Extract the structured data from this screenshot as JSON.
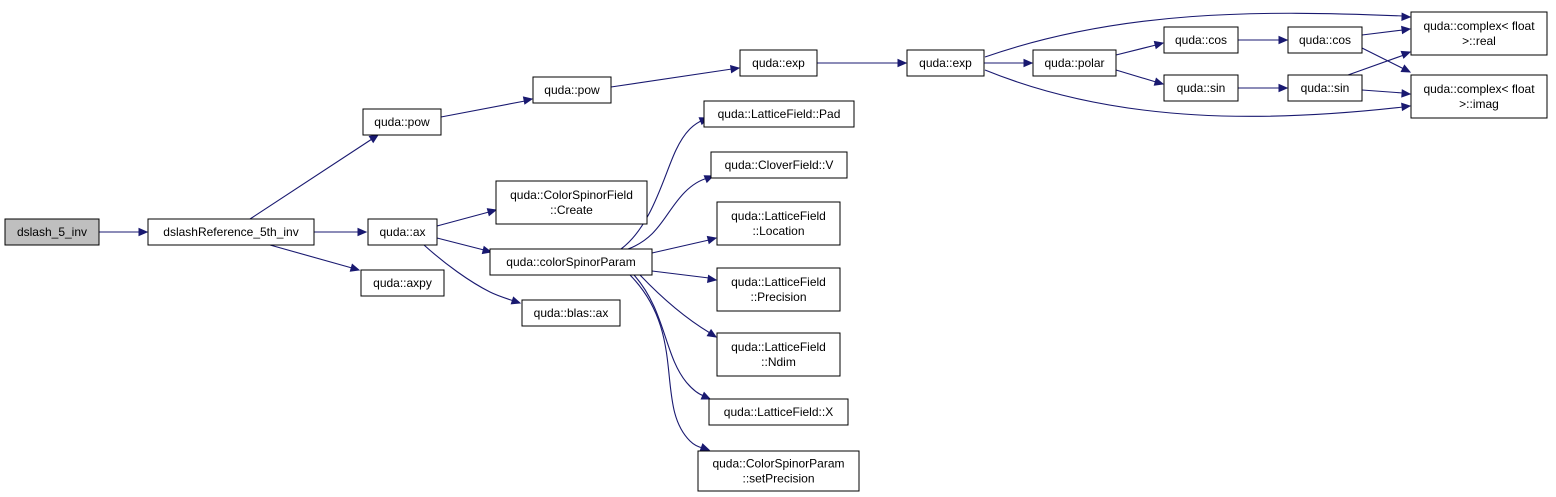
{
  "graph": {
    "colors": {
      "node_fill": "#ffffff",
      "root_fill": "#bfbfbf",
      "edge": "#191970",
      "border": "#000000"
    },
    "nodes": {
      "n_dslash5inv": [
        "dslash_5_inv"
      ],
      "n_dslashref": [
        "dslashReference_5th_inv"
      ],
      "n_pow1": [
        "quda::pow"
      ],
      "n_ax": [
        "quda::ax"
      ],
      "n_axpy": [
        "quda::axpy"
      ],
      "n_pow2": [
        "quda::pow"
      ],
      "n_create": [
        "quda::ColorSpinorField",
        "::Create"
      ],
      "n_csparam": [
        "quda::colorSpinorParam"
      ],
      "n_blasax": [
        "quda::blas::ax"
      ],
      "n_exp1": [
        "quda::exp"
      ],
      "n_exp2": [
        "quda::exp"
      ],
      "n_pad": [
        "quda::LatticeField::Pad"
      ],
      "n_cloverv": [
        "quda::CloverField::V"
      ],
      "n_location": [
        "quda::LatticeField",
        "::Location"
      ],
      "n_precision": [
        "quda::LatticeField",
        "::Precision"
      ],
      "n_ndim": [
        "quda::LatticeField",
        "::Ndim"
      ],
      "n_x": [
        "quda::LatticeField::X"
      ],
      "n_setprec": [
        "quda::ColorSpinorParam",
        "::setPrecision"
      ],
      "n_polar": [
        "quda::polar"
      ],
      "n_cos1": [
        "quda::cos"
      ],
      "n_sin1": [
        "quda::sin"
      ],
      "n_cos2": [
        "quda::cos"
      ],
      "n_sin2": [
        "quda::sin"
      ],
      "n_real": [
        "quda::complex< float",
        " >::real"
      ],
      "n_imag": [
        "quda::complex< float",
        " >::imag"
      ]
    }
  }
}
